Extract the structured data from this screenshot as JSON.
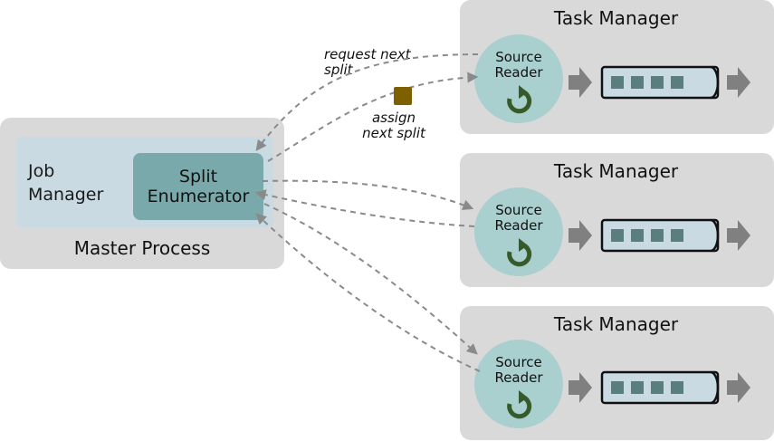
{
  "master": {
    "label": "Master Process",
    "job_manager_line1": "Job",
    "job_manager_line2": "Manager",
    "split_enumerator_line1": "Split",
    "split_enumerator_line2": "Enumerator"
  },
  "task_managers": [
    {
      "title": "Task Manager",
      "reader_line1": "Source",
      "reader_line2": "Reader"
    },
    {
      "title": "Task Manager",
      "reader_line1": "Source",
      "reader_line2": "Reader"
    },
    {
      "title": "Task Manager",
      "reader_line1": "Source",
      "reader_line2": "Reader"
    }
  ],
  "annotations": {
    "request_line1": "request next",
    "request_line2": "split",
    "assign_line1": "assign",
    "assign_line2": "next split"
  },
  "colors": {
    "split_token": "#7f6000",
    "reader_circle": "#a9cfcf",
    "loop_icon": "#375a2a",
    "queue_cell": "#5a7d7d",
    "queue_fill": "#c9dae2",
    "arrow_gray": "#808080",
    "dash_gray": "#8a8a8a"
  }
}
